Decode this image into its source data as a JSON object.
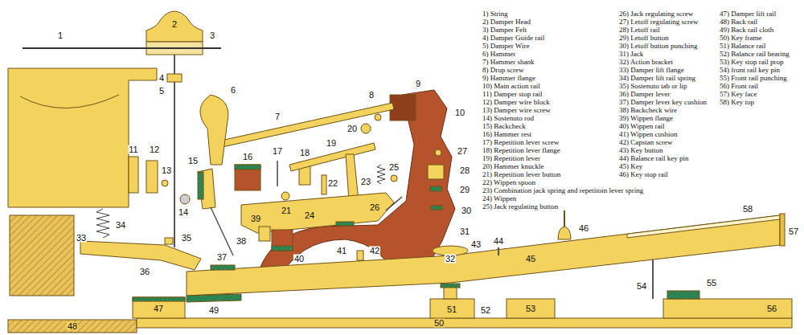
{
  "diagram": {
    "labels": [
      "1",
      "2",
      "3",
      "4",
      "5",
      "6",
      "7",
      "8",
      "9",
      "10",
      "11",
      "12",
      "13",
      "14",
      "15",
      "16",
      "17",
      "18",
      "19",
      "20",
      "21",
      "22",
      "23",
      "24",
      "25",
      "26",
      "27",
      "28",
      "29",
      "30",
      "31",
      "32",
      "33",
      "34",
      "35",
      "36",
      "37",
      "38",
      "39",
      "40",
      "41",
      "42",
      "43",
      "44",
      "45",
      "46",
      "47",
      "48",
      "49",
      "50",
      "51",
      "52",
      "53",
      "54",
      "55",
      "56",
      "57",
      "58",
      "1) String",
      "2) Damper Head",
      "3) Damper Felt",
      "4) Damper Guide rail",
      "5) Damper Wire",
      "6) Hammer",
      "7) Hammer shank",
      "8) Drop screw",
      "9) Hammer flange",
      "10) Main action rail",
      "11) Damper stop rail",
      "12) Damper wire block",
      "13) Damper wire screw",
      "14) Sostenuto rod",
      "15) Backcheck",
      "16) Hammer rest",
      "17) Repetition lever screw",
      "18) Repetition lever flange",
      "19) Repetition lever",
      "20) Hammer knuckle",
      "21) Repetition lever button",
      "22) Wippen spoon",
      "23) Combination jack spring and repetitoin lever spring",
      "24) Wippen",
      "25) Jack regulating button",
      "26) Jack regulating screw",
      "27) Letoff regulating screw",
      "28) Letoff rail",
      "29) Letoff button",
      "30) Letoff button punching",
      "31) Jack",
      "32) Action bracket",
      "33) Damper lift flange",
      "34) Damper lift rail spring",
      "35) Sostenuto tab or lip",
      "36) Damper lever",
      "37) Damper lever key cushion",
      "38) Backcheck wire",
      "39) Wippen flange",
      "40) Wippen rail",
      "41) Wippen cushion",
      "42) Capstan screw",
      "43) Key button",
      "44) Balance rail key pin",
      "45) Key",
      "46) Key stop rail",
      "47) Damper lift rail",
      "48) Back rail",
      "49) Back rail cloth",
      "50) Key frame",
      "51) Balance rail",
      "52) Balance rail bearing",
      "53) Key stop rail prop",
      "54) front rail key pin",
      "55) Front rail punching",
      "56) Front rail",
      "57) Key face",
      "58) Key top"
    ]
  }
}
